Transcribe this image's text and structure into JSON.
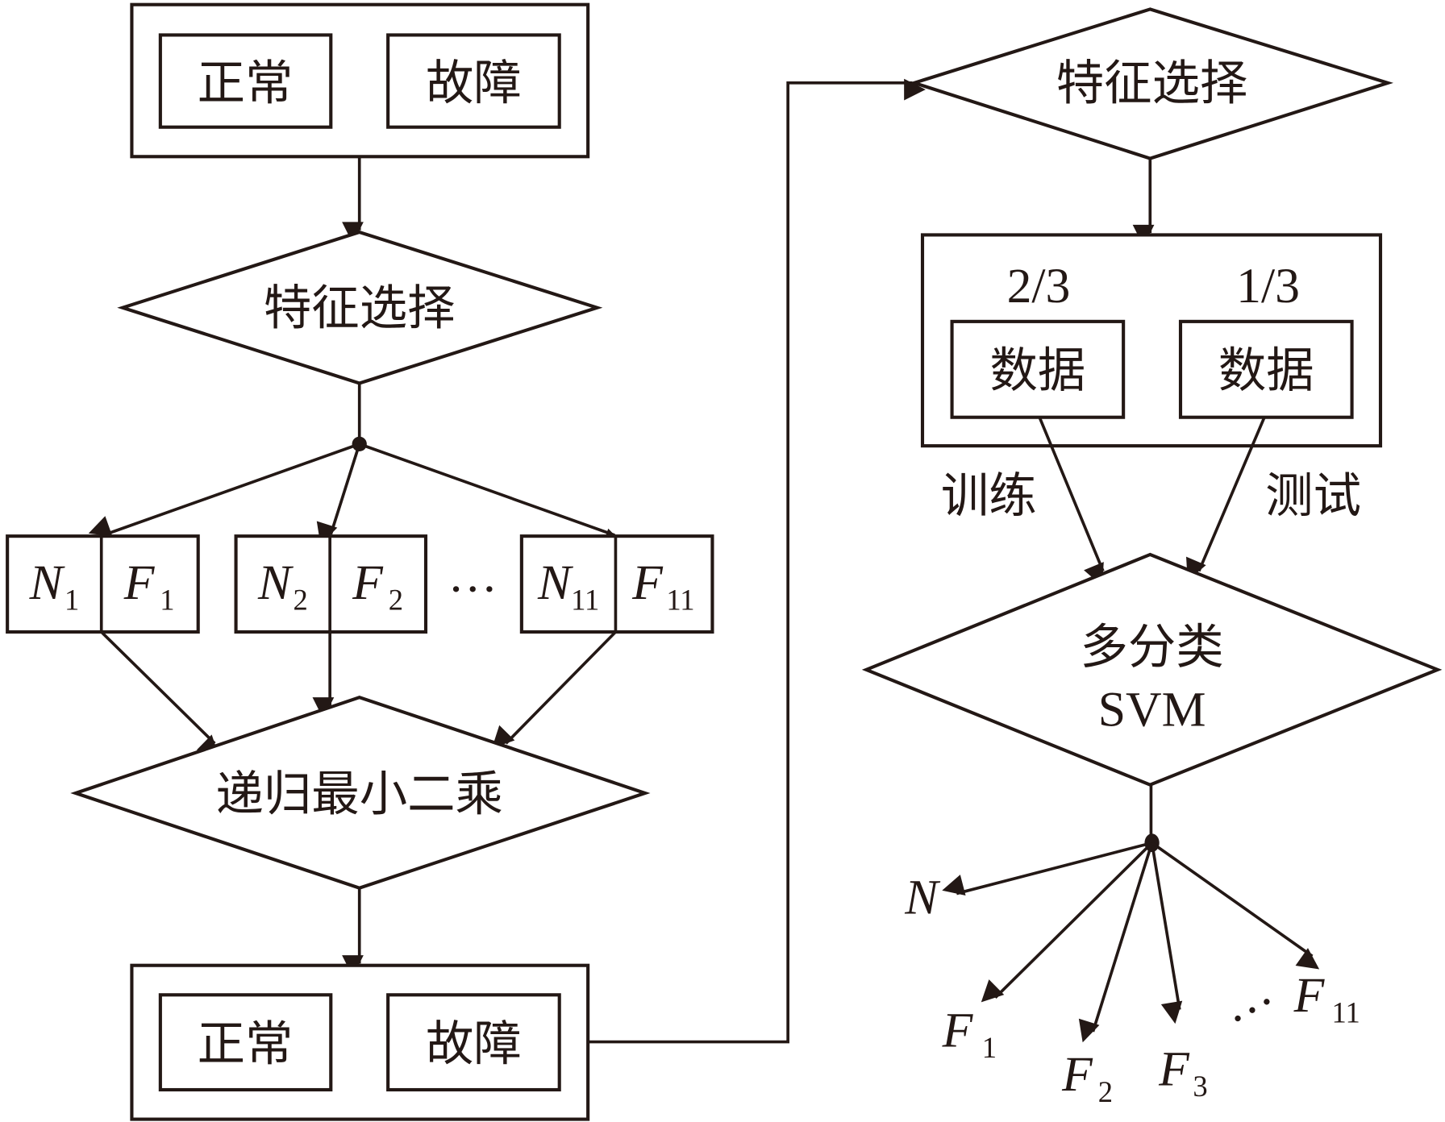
{
  "diagram": {
    "type": "flowchart",
    "colors": {
      "stroke": "#231815",
      "background": "#ffffff"
    },
    "left_flow": {
      "input_box": {
        "items": [
          "正常",
          "故障"
        ]
      },
      "feature_selection": {
        "label": "特征选择"
      },
      "branches": [
        {
          "normal": "N",
          "normal_sub": "1",
          "fault": "F",
          "fault_sub": "1"
        },
        {
          "normal": "N",
          "normal_sub": "2",
          "fault": "F",
          "fault_sub": "2"
        },
        {
          "normal": "N",
          "normal_sub": "11",
          "fault": "F",
          "fault_sub": "11"
        }
      ],
      "ellipsis": "…",
      "rls": {
        "label": "递归最小二乘"
      },
      "output_box": {
        "items": [
          "正常",
          "故障"
        ]
      }
    },
    "right_flow": {
      "feature_selection": {
        "label": "特征选择"
      },
      "split_box": {
        "train_fraction": "2/3",
        "test_fraction": "1/3",
        "train_data": "数据",
        "test_data": "数据"
      },
      "train_label": "训练",
      "test_label": "测试",
      "classifier": {
        "line1": "多分类",
        "line2": "SVM"
      },
      "outputs": [
        {
          "label": "N",
          "sub": ""
        },
        {
          "label": "F",
          "sub": "1"
        },
        {
          "label": "F",
          "sub": "2"
        },
        {
          "label": "F",
          "sub": "3"
        },
        {
          "label": "F",
          "sub": "11"
        }
      ],
      "ellipsis": "…"
    }
  }
}
